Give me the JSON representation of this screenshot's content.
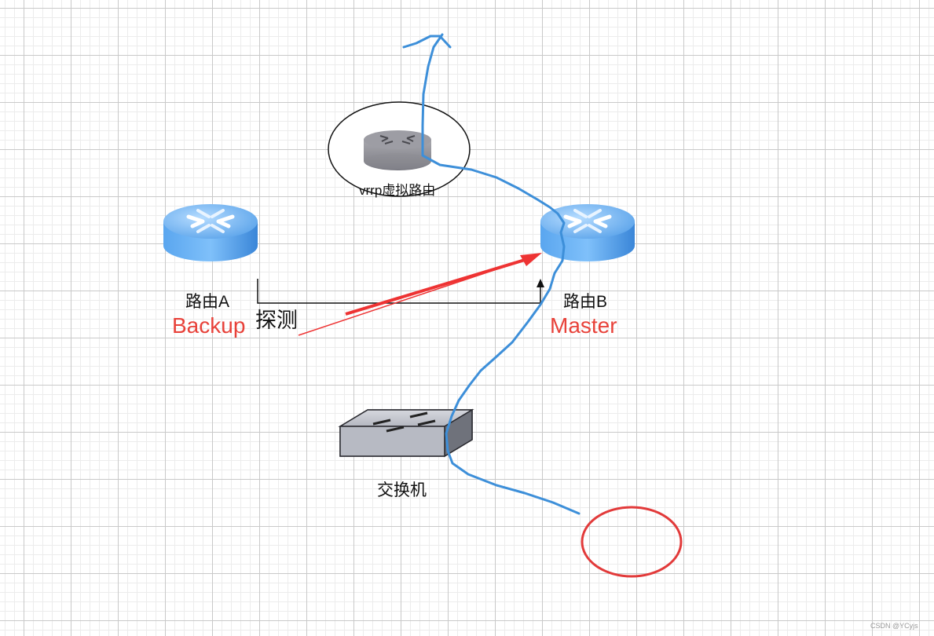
{
  "nodes": {
    "virtual_router": {
      "label": "vrrp虚拟路由",
      "icon": "router-icon"
    },
    "router_a": {
      "label": "路由A",
      "role": "Backup",
      "icon": "router-icon"
    },
    "router_b": {
      "label": "路由B",
      "role": "Master",
      "icon": "router-icon"
    },
    "switch": {
      "label": "交换机",
      "icon": "switch-icon"
    }
  },
  "edges": {
    "probe": {
      "label": "探测"
    }
  },
  "watermark": "CSDN @YCyjs",
  "colors": {
    "role_text": "#e8423a",
    "annotation_red": "#ee3333",
    "path_blue": "#3d8fd9",
    "router_blue": "#3f8ee0"
  }
}
